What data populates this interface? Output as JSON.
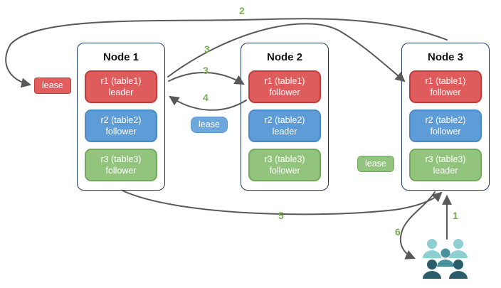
{
  "nodes": [
    {
      "title": "Node 1",
      "replicas": [
        {
          "name": "r1 (table1)",
          "role": "leader",
          "color": "#df5c5c"
        },
        {
          "name": "r2 (table2)",
          "role": "follower",
          "color": "#5e9cd7"
        },
        {
          "name": "r3 (table3)",
          "role": "follower",
          "color": "#93c47d"
        }
      ]
    },
    {
      "title": "Node 2",
      "replicas": [
        {
          "name": "r1 (table1)",
          "role": "follower",
          "color": "#df5c5c"
        },
        {
          "name": "r2 (table2)",
          "role": "leader",
          "color": "#5e9cd7"
        },
        {
          "name": "r3 (table3)",
          "role": "follower",
          "color": "#93c47d"
        }
      ]
    },
    {
      "title": "Node 3",
      "replicas": [
        {
          "name": "r1 (table1)",
          "role": "follower",
          "color": "#df5c5c"
        },
        {
          "name": "r2 (table2)",
          "role": "follower",
          "color": "#5e9cd7"
        },
        {
          "name": "r3 (table3)",
          "role": "leader",
          "color": "#93c47d"
        }
      ]
    }
  ],
  "leases": [
    {
      "label": "lease",
      "color": "#e05e5e",
      "near": "Node 1 r1"
    },
    {
      "label": "lease",
      "color": "#6fa8dc",
      "near": "Node 2 r2"
    },
    {
      "label": "lease",
      "color": "#93c47d",
      "near": "Node 3 r3"
    }
  ],
  "arrows": [
    {
      "label": "1",
      "from": "clients",
      "to": "Node 3"
    },
    {
      "label": "2",
      "from": "Node 3",
      "to": "red lease at Node 1"
    },
    {
      "label": "3",
      "from": "Node 1 r1 leader",
      "to": "Node 3 r1 follower"
    },
    {
      "label": "3",
      "from": "Node 1 r1 leader",
      "to": "Node 2 r1 follower"
    },
    {
      "label": "4",
      "from": "Node 2 r1 follower",
      "to": "Node 1 r1 leader"
    },
    {
      "label": "5",
      "from": "Node 1",
      "to": "Node 3"
    },
    {
      "label": "6",
      "from": "Node 3",
      "to": "clients"
    }
  ],
  "icons": {
    "clients": "people-group-icon"
  },
  "colors": {
    "node_border": "#1f3864",
    "replica_red": "#df5c5c",
    "replica_red_border": "#c43b3b",
    "replica_blue": "#5e9cd7",
    "replica_blue_border": "#4a8ac6",
    "replica_green": "#93c47d",
    "replica_green_border": "#74a85c",
    "arrow": "#595959",
    "arrow_label": "#76b052",
    "people_light": "#8ecfd1",
    "people_mid": "#47919f",
    "people_dark": "#2b5d6b"
  }
}
